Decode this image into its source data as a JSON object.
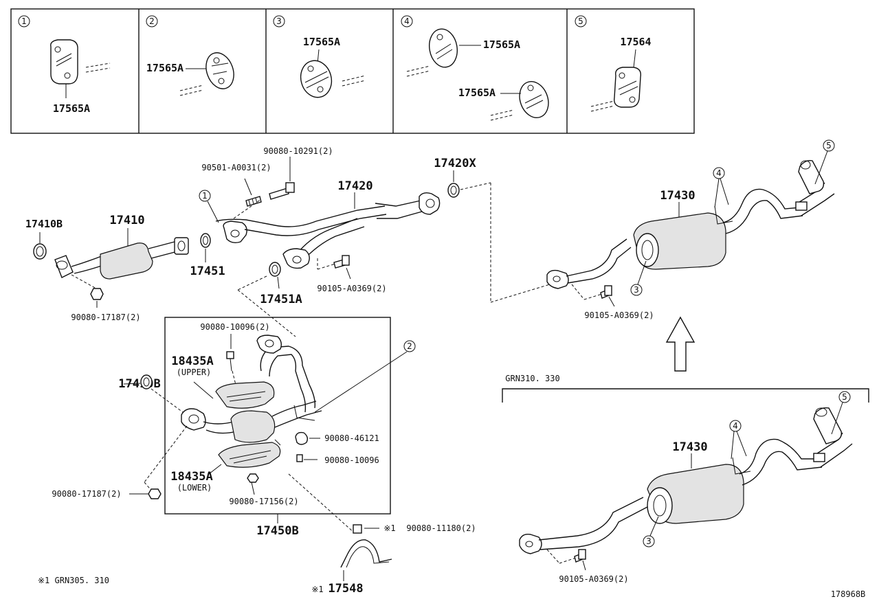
{
  "panels": [
    {
      "num": "1",
      "label": "17565A"
    },
    {
      "num": "2",
      "label": "17565A"
    },
    {
      "num": "3",
      "label": "17565A"
    },
    {
      "num": "4",
      "labels": [
        "17565A",
        "17565A"
      ]
    },
    {
      "num": "5",
      "label": "17564"
    }
  ],
  "parts": {
    "p17410B_top": "17410B",
    "p17410": "17410",
    "p17451": "17451",
    "p90080_17187_top": "90080-17187(2)",
    "c1": "1",
    "p90501": "90501-A0031(2)",
    "p90080_10291": "90080-10291(2)",
    "p17420": "17420",
    "p17420X": "17420X",
    "p17451A": "17451A",
    "p90105_mid": "90105-A0369(2)",
    "p90080_10096_top": "90080-10096(2)",
    "p18435A_upper": "18435A",
    "upper": "(UPPER)",
    "p17410B_mid": "17410B",
    "c2": "2",
    "p90080_46121": "90080-46121",
    "p90080_10096": "90080-10096",
    "p18435A_lower": "18435A",
    "lower": "(LOWER)",
    "p90080_17187_mid": "90080-17187(2)",
    "p90080_17156": "90080-17156(2)",
    "p17450B": "17450B",
    "mark1": "※1",
    "p90080_11180": "90080-11180(2)",
    "mark1b": "※1",
    "p17548": "17548",
    "footnote": "※1  GRN305. 310",
    "p17430_top": "17430",
    "c4_top": "4",
    "c5_top": "5",
    "c3_top": "3",
    "p90105_right": "90105-A0369(2)",
    "grn_label": "GRN310. 330",
    "p17430_bot": "17430",
    "c4_bot": "4",
    "c5_bot": "5",
    "c3_bot": "3",
    "p90105_bot": "90105-A0369(2)",
    "diagram_id": "178968B"
  }
}
